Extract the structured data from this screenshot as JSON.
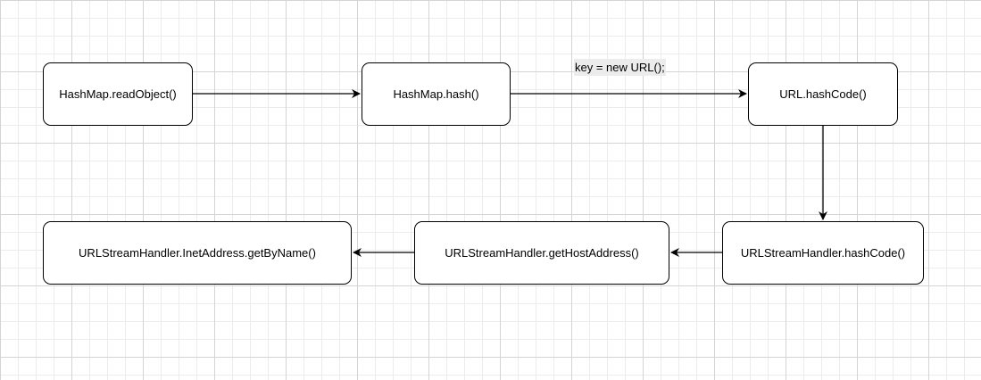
{
  "diagram": {
    "nodes": [
      {
        "id": "n1",
        "label": "HashMap.readObject()"
      },
      {
        "id": "n2",
        "label": "HashMap.hash()"
      },
      {
        "id": "n3",
        "label": "URL.hashCode()"
      },
      {
        "id": "n4",
        "label": "URLStreamHandler.hashCode()"
      },
      {
        "id": "n5",
        "label": "URLStreamHandler.getHostAddress()"
      },
      {
        "id": "n6",
        "label": "URLStreamHandler.InetAddress.getByName()"
      }
    ],
    "edges": [
      {
        "from": "n1",
        "to": "n2",
        "label": ""
      },
      {
        "from": "n2",
        "to": "n3",
        "label": "key = new URL();"
      },
      {
        "from": "n3",
        "to": "n4",
        "label": ""
      },
      {
        "from": "n4",
        "to": "n5",
        "label": ""
      },
      {
        "from": "n5",
        "to": "n6",
        "label": ""
      }
    ]
  }
}
